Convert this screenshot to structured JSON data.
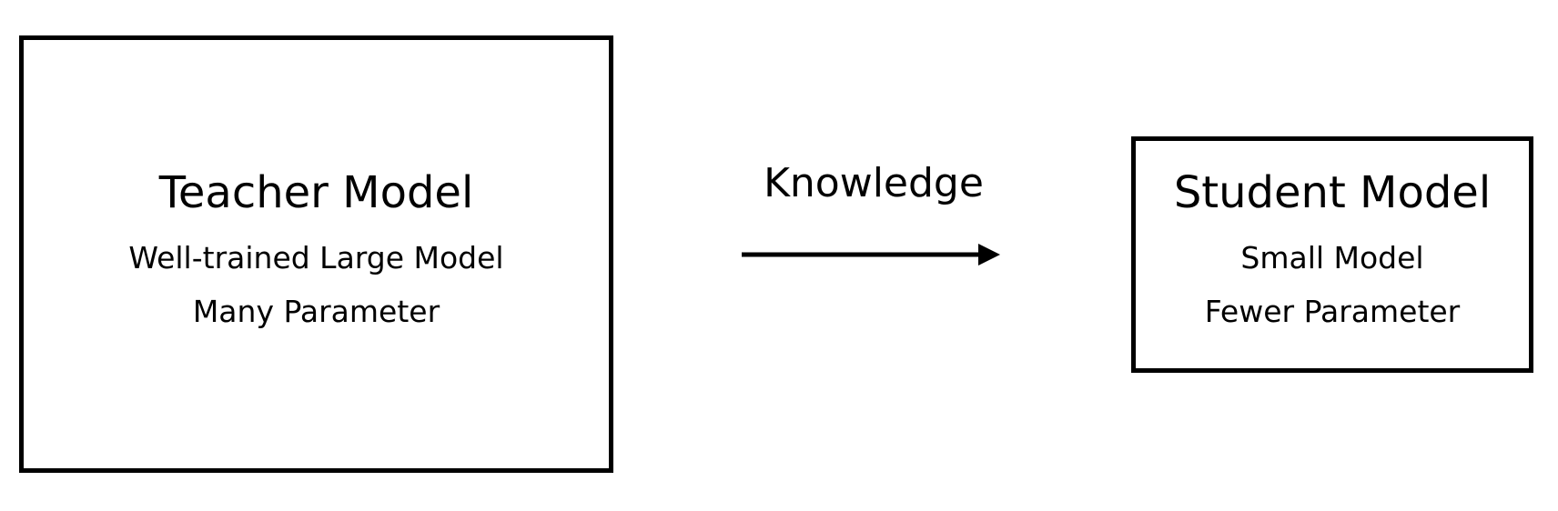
{
  "teacher": {
    "title": "Teacher Model",
    "lines": [
      "Well-trained Large Model",
      "Many Parameter"
    ]
  },
  "arrow": {
    "label": "Knowledge"
  },
  "student": {
    "title": "Student Model",
    "lines": [
      "Small Model",
      "Fewer Parameter"
    ]
  },
  "colors": {
    "stroke": "#000000",
    "background": "#ffffff"
  }
}
